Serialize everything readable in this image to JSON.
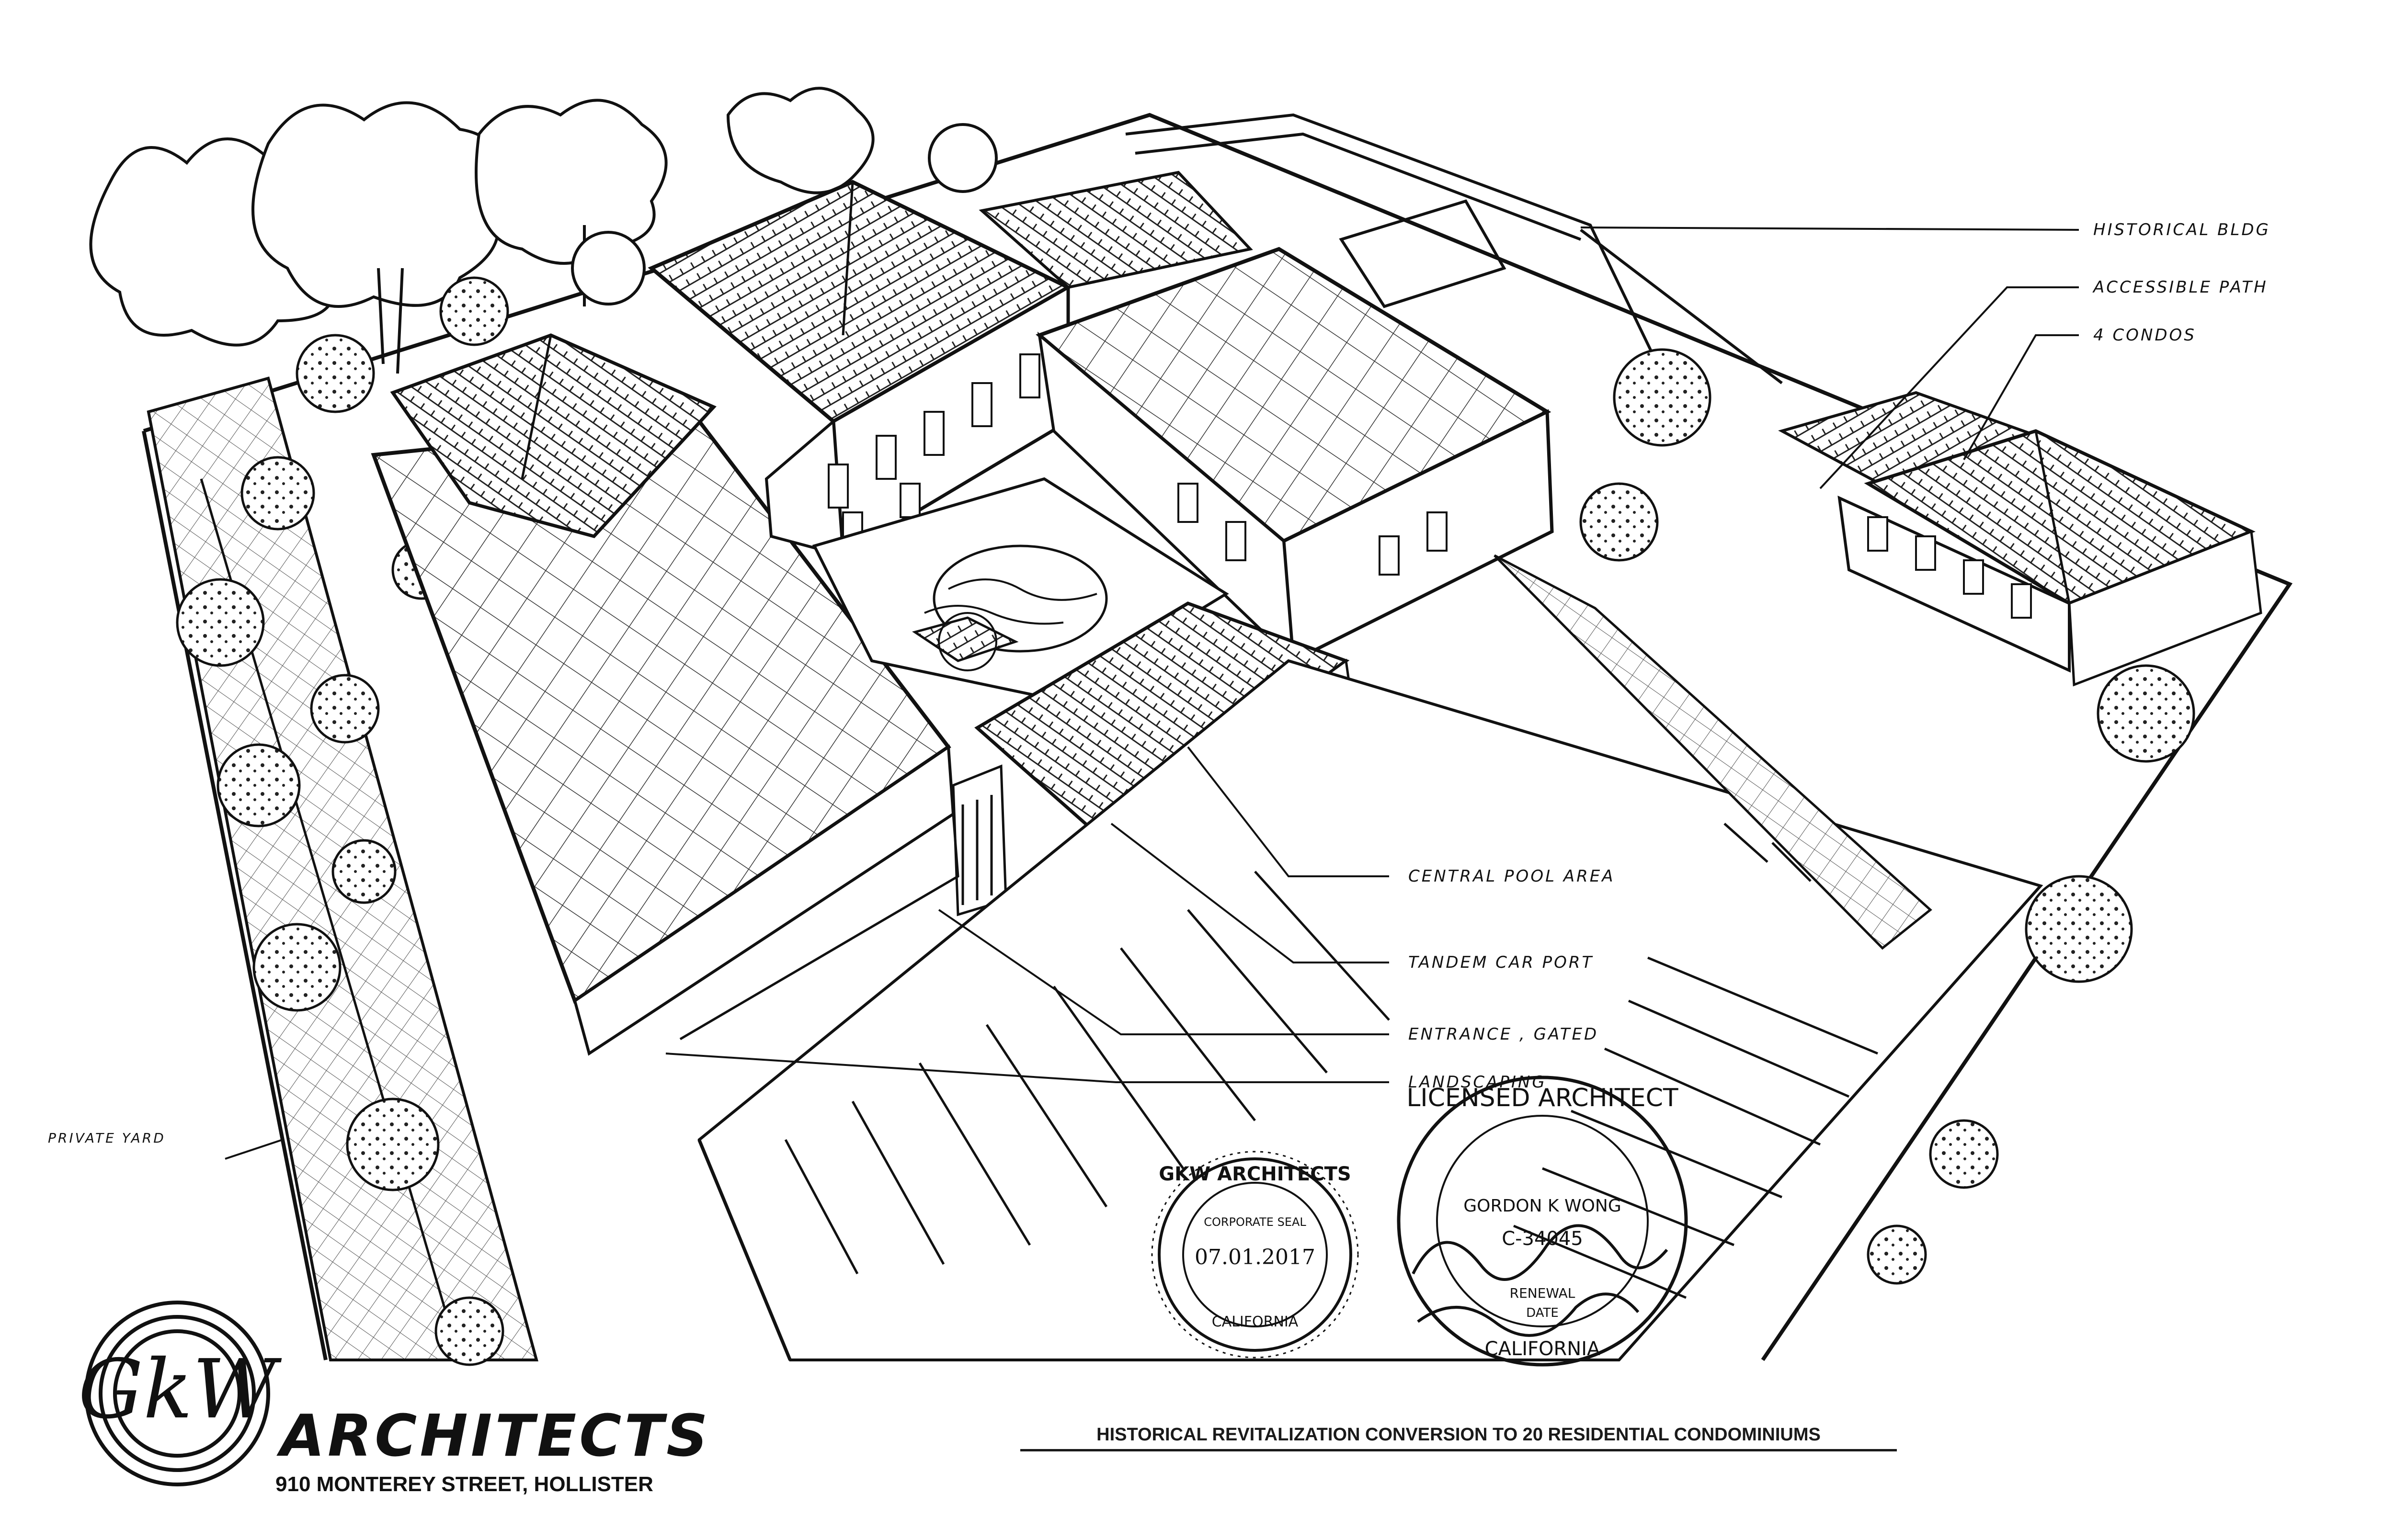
{
  "drawing": {
    "title": "HISTORICAL REVITALIZATION CONVERSION TO 20 RESIDENTIAL CONDOMINIUMS"
  },
  "firm": {
    "logo_letters": "GkW",
    "name": "ARCHITECTS",
    "address": "910 MONTEREY STREET, HOLLISTER"
  },
  "callouts": [
    {
      "id": "historical-bldg",
      "label": "HISTORICAL BLDG"
    },
    {
      "id": "accessible-path",
      "label": "ACCESSIBLE PATH"
    },
    {
      "id": "four-condos",
      "label": "4 CONDOS"
    },
    {
      "id": "central-pool-area",
      "label": "CENTRAL POOL AREA"
    },
    {
      "id": "tandem-car-port",
      "label": "TANDEM CAR PORT"
    },
    {
      "id": "entrance-gated",
      "label": "ENTRANCE , GATED"
    },
    {
      "id": "landscaping",
      "label": "LANDSCAPING"
    },
    {
      "id": "private-yard",
      "label": "PRIVATE YARD"
    }
  ],
  "corporate_seal": {
    "top_text": "GKW ARCHITECTS",
    "inner_text": "CORPORATE SEAL",
    "date": "07.01.2017",
    "bottom_text": "CALIFORNIA"
  },
  "license_stamp": {
    "top_text": "LICENSED ARCHITECT",
    "name": "GORDON K WONG",
    "number": "C-34045",
    "renewal": "RENEWAL",
    "date_label": "DATE",
    "state": "CALIFORNIA"
  }
}
